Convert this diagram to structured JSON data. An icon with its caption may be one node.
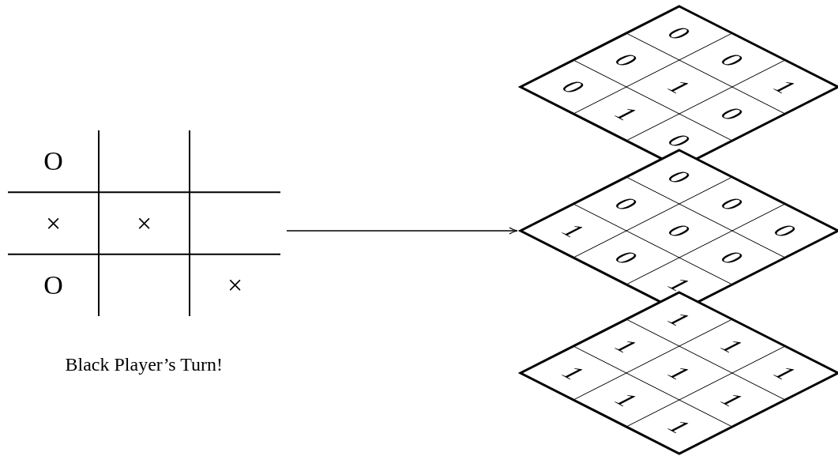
{
  "diagram": {
    "nodes": [
      {
        "text": [
          "O",
          "×",
          "×",
          "O",
          "×"
        ],
        "beside": [
          "Black Player’s Turn!"
        ]
      },
      {
        "text": [
          "0",
          "0",
          "0",
          "0",
          "1",
          "1",
          "1",
          "0",
          "0"
        ]
      },
      {
        "text": [
          "0",
          "0",
          "0",
          "1",
          "0",
          "0",
          "0",
          "0",
          "1"
        ]
      },
      {
        "text": [
          "1",
          "1",
          "1",
          "1",
          "1",
          "1",
          "1",
          "1",
          "1"
        ]
      }
    ],
    "edges": [
      {
        "from": 0,
        "to": 2,
        "arrow": "to"
      }
    ]
  }
}
